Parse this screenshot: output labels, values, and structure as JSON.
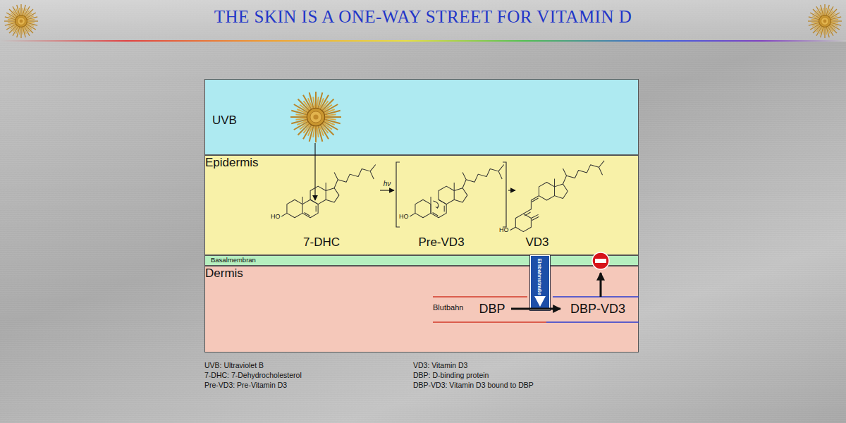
{
  "diagram": {
    "title": "THE SKIN IS A ONE-WAY STREET FOR VITAMIN D",
    "nodes": [
      {
        "text": [
          "UVB"
        ]
      },
      {
        "text": [
          "Epidermis"
        ]
      },
      {
        "text": [
          "7-DHC"
        ],
        "in": 1
      },
      {
        "text": [
          "Pre-VD3"
        ],
        "in": 1
      },
      {
        "text": [
          "VD3"
        ],
        "in": 1
      },
      {
        "text": [
          "Basalmembran"
        ]
      },
      {
        "text": [
          "Dermis"
        ]
      },
      {
        "text": [
          "DBP"
        ],
        "in": 6
      },
      {
        "text": [
          "DBP-VD3"
        ],
        "in": 6
      },
      {
        "text": [
          "Einbahnstraße"
        ]
      }
    ],
    "edges": [
      {
        "from": 2,
        "to": 3,
        "arrow": "to",
        "label": "hν"
      },
      {
        "from": 3,
        "to": 4,
        "arrow": "to"
      },
      {
        "from": 7,
        "to": 8,
        "arrow": "to"
      }
    ],
    "labels": [
      "HO",
      "HO",
      "HO",
      "Blutbahn",
      "UVB: Ultraviolet B",
      "7-DHC: 7-Dehydrocholesterol",
      "Pre-VD3: Pre-Vitamin D3",
      "VD3: Vitamin D3",
      "DBP: D-binding protein",
      "DBP-VD3: Vitamin D3 bound to DBP"
    ]
  }
}
